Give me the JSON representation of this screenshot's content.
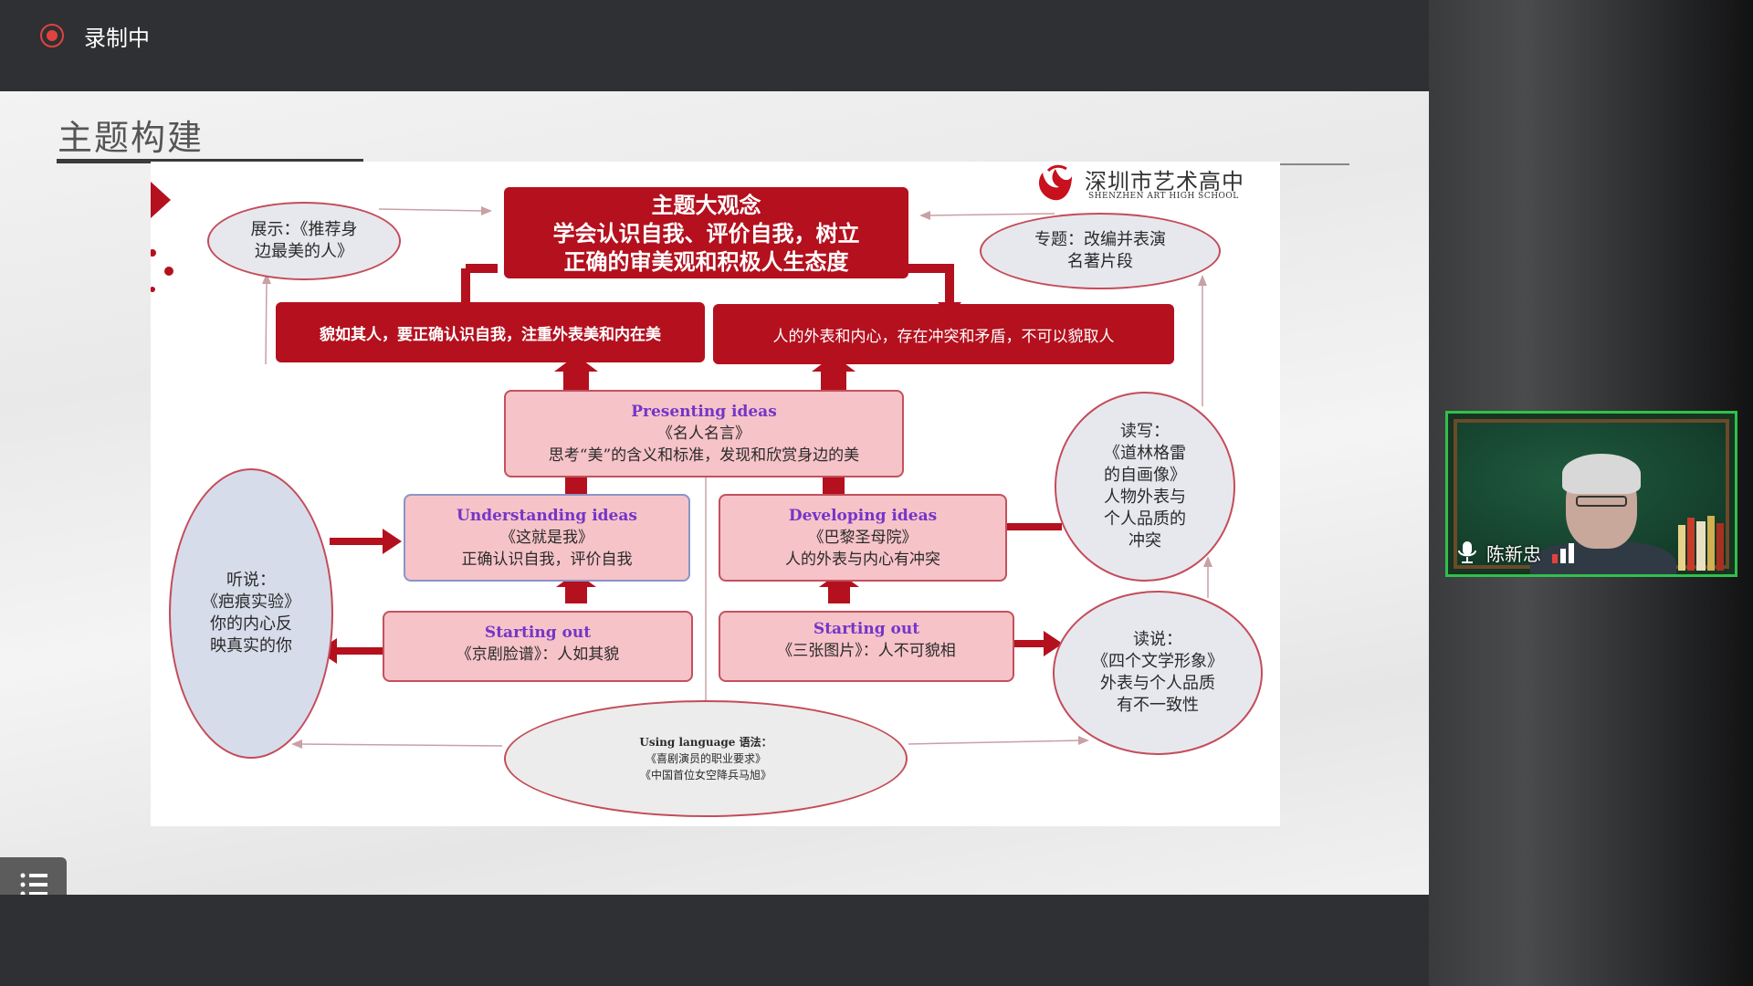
{
  "recording": {
    "label": "录制中"
  },
  "slide": {
    "title": "主题构建"
  },
  "logo": {
    "name_cn": "深圳市艺术高中",
    "name_en": "SHENZHEN ART HIGH SCHOOL"
  },
  "diagram": {
    "big_idea": {
      "line1": "主题大观念",
      "line2": "学会认识自我、评价自我，树立",
      "line3": "正确的审美观和积极人生态度"
    },
    "left_banner": "貌如其人，要正确认识自我，注重外表美和内在美",
    "right_banner": "人的外表和内心，存在冲突和矛盾，不可以貌取人",
    "presenting": {
      "en": "Presenting ideas",
      "line1": "《名人名言》",
      "line2": "思考“美”的含义和标准，发现和欣赏身边的美"
    },
    "understanding": {
      "en": "Understanding ideas",
      "line1": "《这就是我》",
      "line2": "正确认识自我，评价自我"
    },
    "developing": {
      "en": "Developing ideas",
      "line1": "《巴黎圣母院》",
      "line2": "人的外表与内心有冲突"
    },
    "starting_left": {
      "en": "Starting out",
      "line1": "《京剧脸谱》：人如其貌"
    },
    "starting_right": {
      "en": "Starting out",
      "line1": "《三张图片》：人不可貌相"
    },
    "oval_show": {
      "line1": "展示：《推荐身",
      "line2": "边最美的人》"
    },
    "oval_topic": {
      "line1": "专题：改编并表演",
      "line2": "名著片段"
    },
    "oval_listen": {
      "line1": "听说：",
      "line2": "《疤痕实验》",
      "line3": "你的内心反",
      "line4": "映真实的你"
    },
    "oval_readwrite": {
      "line1": "读写：",
      "line2": "《道林格雷",
      "line3": "的自画像》",
      "line4": "人物外表与",
      "line5": "个人品质的",
      "line6": "冲突"
    },
    "oval_readspeak": {
      "line1": "读说：",
      "line2": "《四个文学形象》",
      "line3": "外表与个人品质",
      "line4": "有不一致性"
    },
    "oval_language": {
      "line1": "Using language 语法：",
      "line2": "《喜剧演员的职业要求》",
      "line3": "《中国首位女空降兵马旭》"
    }
  },
  "video": {
    "participant_name": "陈新忠"
  },
  "colors": {
    "accent_red": "#b4101e",
    "pink": "#f6c3c8",
    "video_border": "#30c04c",
    "rec_red": "#e0433e"
  },
  "icons": [
    "record-icon",
    "menu-list-icon",
    "microphone-icon",
    "signal-bars-icon",
    "school-logo-icon"
  ]
}
